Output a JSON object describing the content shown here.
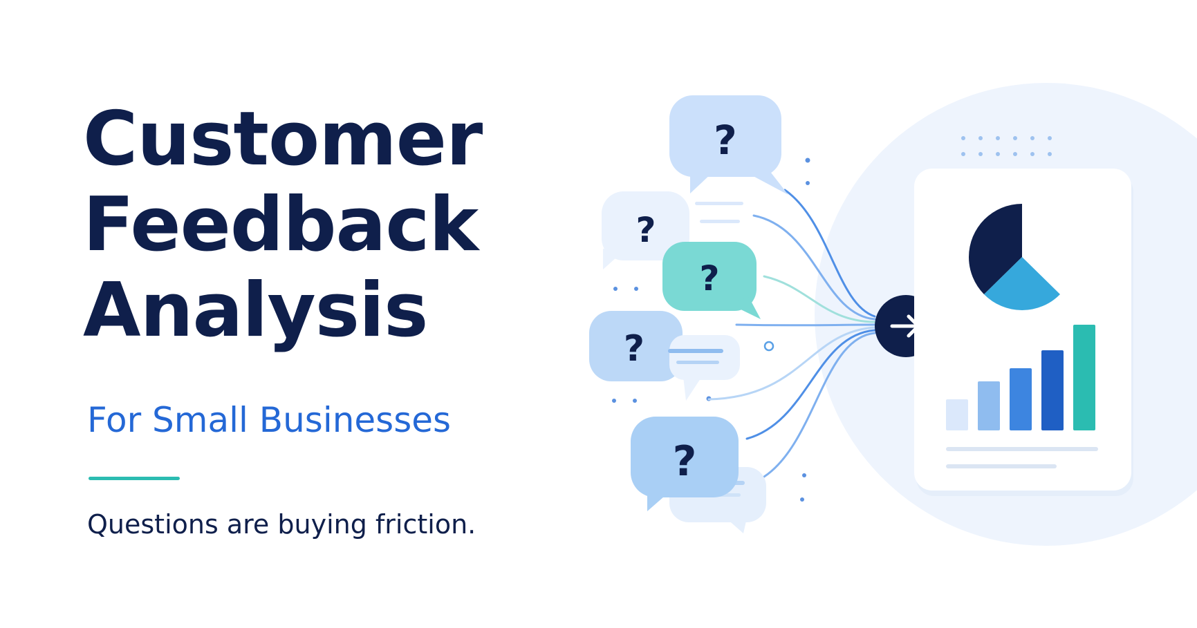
{
  "headline": {
    "line1": "Customer",
    "line2": "Feedback",
    "line3": "Analysis"
  },
  "subheadline": "For Small Businesses",
  "tagline": "Questions are buying friction.",
  "question_mark": "?",
  "colors": {
    "navy": "#0f1f4b",
    "blue": "#2468d6",
    "teal": "#2bbcb1",
    "light_blue": "#cfe2fb",
    "panel_bg": "#eef4fd"
  },
  "icons": [
    "question-bubble-icon",
    "arrow-right-icon",
    "pie-chart-icon",
    "bar-chart-icon"
  ]
}
